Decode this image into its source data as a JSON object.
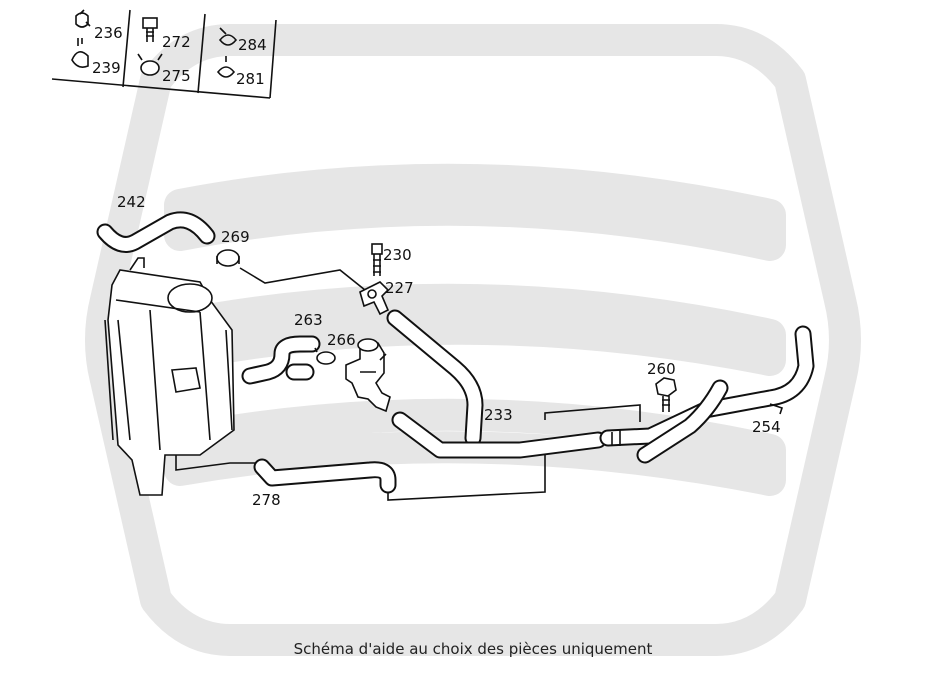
{
  "colors": {
    "watermark": "#e6e6e6",
    "line": "#111111",
    "background": "#ffffff"
  },
  "legend": {
    "col1": [
      {
        "number": "236",
        "icon": "hose-clip-icon"
      },
      {
        "number": "239",
        "icon": "clamp-icon"
      }
    ],
    "col2": [
      {
        "number": "272",
        "icon": "screw-icon"
      },
      {
        "number": "275",
        "icon": "hose-clamp-icon"
      }
    ],
    "col3": [
      {
        "number": "284",
        "icon": "spring-clip-icon"
      },
      {
        "number": "281",
        "icon": "clip-icon"
      }
    ]
  },
  "callouts": {
    "p242": "242",
    "p269": "269",
    "p230": "230",
    "p227": "227",
    "p263": "263",
    "p266": "266",
    "p233": "233",
    "p260": "260",
    "p254": "254",
    "p278": "278"
  },
  "caption": "Schéma d'aide au choix des pièces uniquement"
}
